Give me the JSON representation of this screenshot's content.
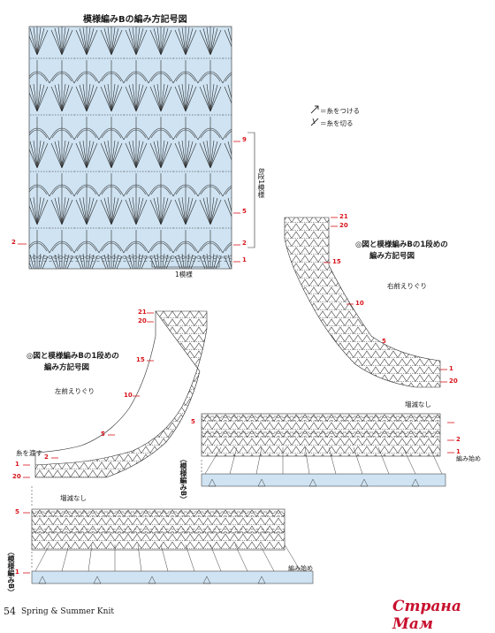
{
  "chart_b": {
    "title": "模様編みBの編み方記号図",
    "rows": [
      "9",
      "5",
      "2",
      "1"
    ],
    "left_row": "2",
    "bracket_label": "8段1模様",
    "repeat_label": "1模様"
  },
  "legend": {
    "attach": "＝糸をつける",
    "cut": "＝糸を切る"
  },
  "right_chart": {
    "title_line1": "◎図と模様編みBの1段めの",
    "title_line2": "編み方記号図",
    "subtitle": "右前えりぐり",
    "rows": [
      "21",
      "20",
      "15",
      "10",
      "5",
      "1",
      "20"
    ],
    "no_change": "増減なし",
    "side_rows": [
      "5",
      "2",
      "1"
    ],
    "start": "編み始め",
    "pattern_label": "（模様編みB）"
  },
  "left_chart": {
    "title_line1": "◎図と模様編みBの1段めの",
    "title_line2": "編み方記号図",
    "subtitle": "左前えりぐり",
    "rows": [
      "21",
      "20",
      "15",
      "10",
      "5",
      "2",
      "1",
      "20"
    ],
    "yarn_note": "糸を渡す",
    "no_change": "増減なし",
    "side_rows": [
      "5",
      "1"
    ],
    "start": "編み始め",
    "pattern_label": "（模様編みB）"
  },
  "footer": {
    "page": "54",
    "brand": "Spring & Summer Knit",
    "watermark": "Страна Мам"
  },
  "colors": {
    "panel_fill": "#cfe3f2",
    "stitch_line": "#2a2a2a",
    "row_label": "#d8141b"
  }
}
